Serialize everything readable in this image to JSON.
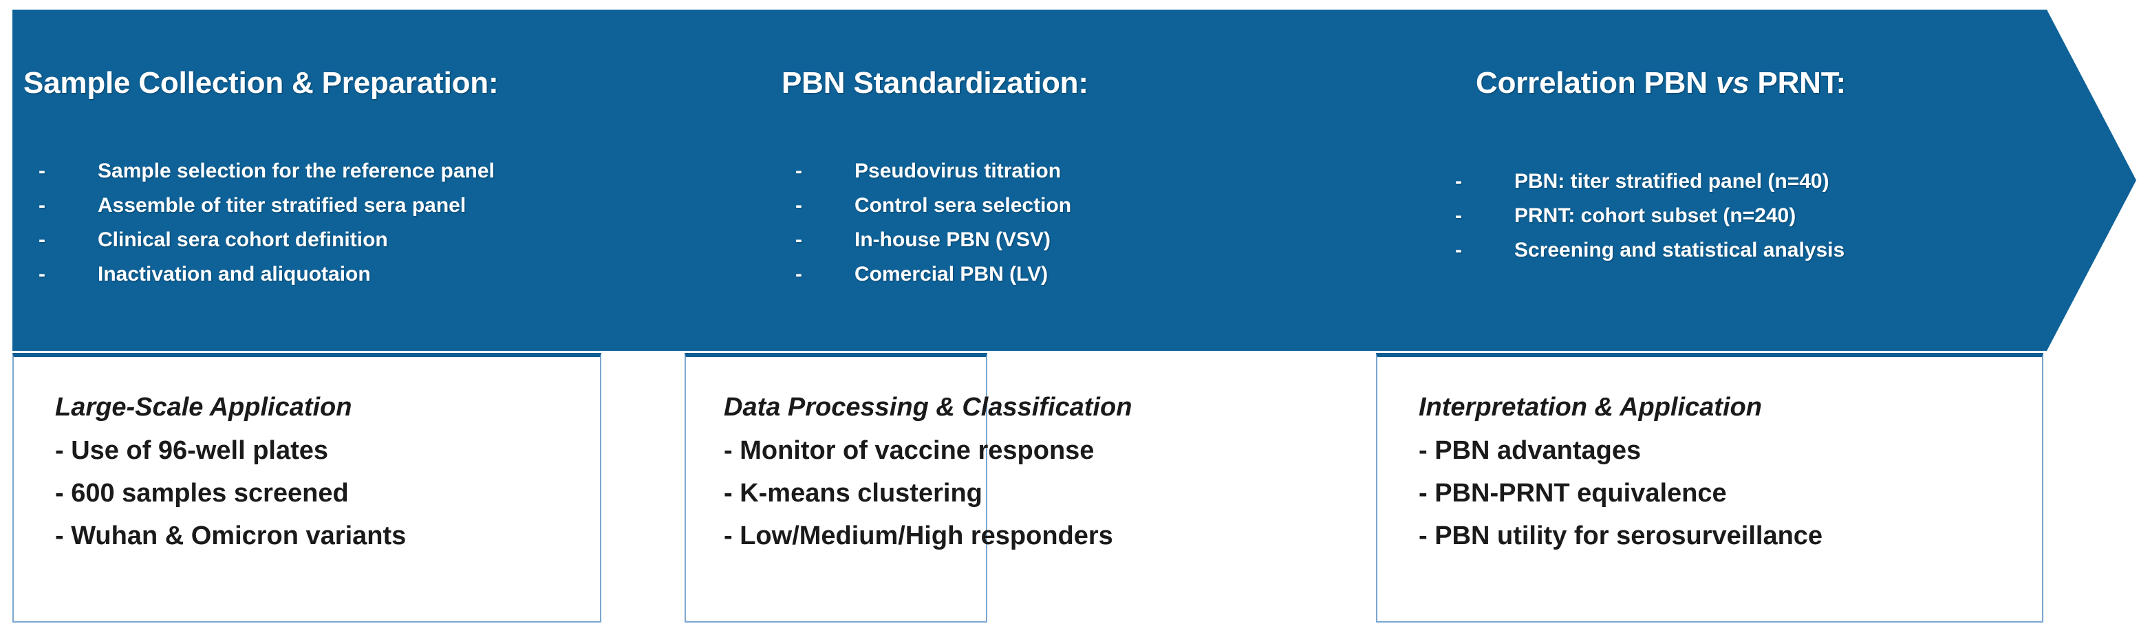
{
  "theme": {
    "arrow_blue": "#0E6298",
    "box_border": "#7BA7D0",
    "box_top_border": "#0F5E93",
    "text_light": "#FFFFFF",
    "text_dark": "#1A1A1A"
  },
  "bullet_marker": "-",
  "stages": [
    {
      "title_pre": "Sample Collection & Preparation:",
      "title_em": "",
      "title_post": "",
      "bullets": [
        "Sample selection for the reference panel",
        "Assemble of titer stratified sera panel",
        "Clinical sera cohort definition",
        "Inactivation and aliquotaion"
      ],
      "box_title": "Large-Scale Application",
      "box_items": [
        "- Use of 96-well plates",
        "- 600 samples screened",
        "- Wuhan & Omicron variants"
      ]
    },
    {
      "title_pre": "PBN Standardization:",
      "title_em": "",
      "title_post": "",
      "bullets": [
        "Pseudovirus titration",
        "Control sera selection",
        "In-house PBN (VSV)",
        "Comercial PBN (LV)"
      ],
      "box_title": "Data Processing & Classification",
      "box_items": [
        "- Monitor of vaccine response",
        "- K-means clustering",
        "- Low/Medium/High responders"
      ]
    },
    {
      "title_pre": "Correlation PBN ",
      "title_em": "vs",
      "title_post": " PRNT:",
      "bullets": [
        "PBN: titer stratified panel (n=40)",
        "PRNT: cohort subset (n=240)",
        "Screening and statistical analysis"
      ],
      "box_title": "Interpretation & Application",
      "box_items": [
        "- PBN advantages",
        "- PBN-PRNT equivalence",
        "- PBN utility for serosurveillance"
      ]
    }
  ]
}
